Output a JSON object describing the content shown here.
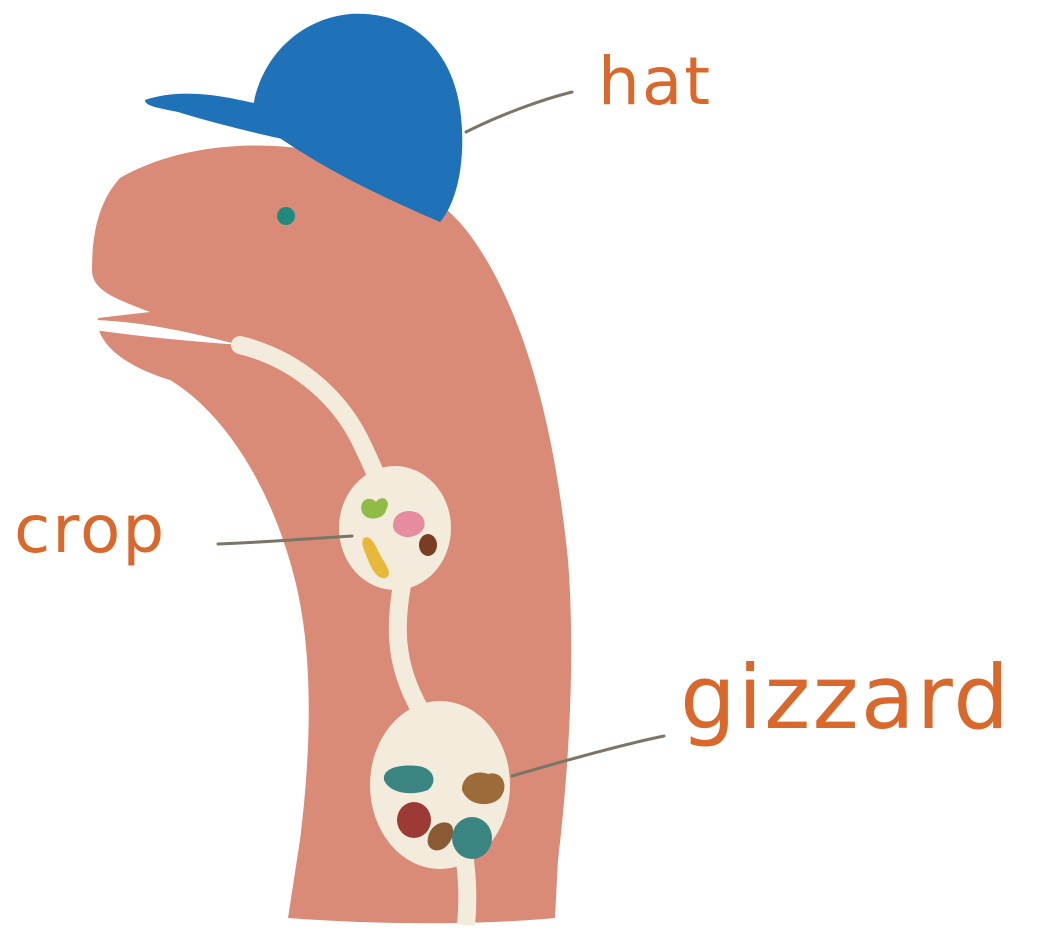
{
  "labels": {
    "hat": "hat",
    "crop": "crop",
    "gizzard": "gizzard"
  },
  "colors": {
    "background": "#ffffff",
    "body": "#d98b77",
    "digestive_tract": "#f3ecdc",
    "hat": "#1f72b8",
    "eye": "#1f8a7e",
    "label_text": "#d9682c",
    "leader_line": "#7a7567"
  },
  "icons": {
    "crop_contents": [
      "green-food-bit",
      "pink-food-bit",
      "yellow-food-bit",
      "brown-food-bit"
    ],
    "gizzard_contents": [
      "teal-stone",
      "brown-stone",
      "dark-red-stone",
      "tan-stone",
      "teal-stone"
    ]
  }
}
